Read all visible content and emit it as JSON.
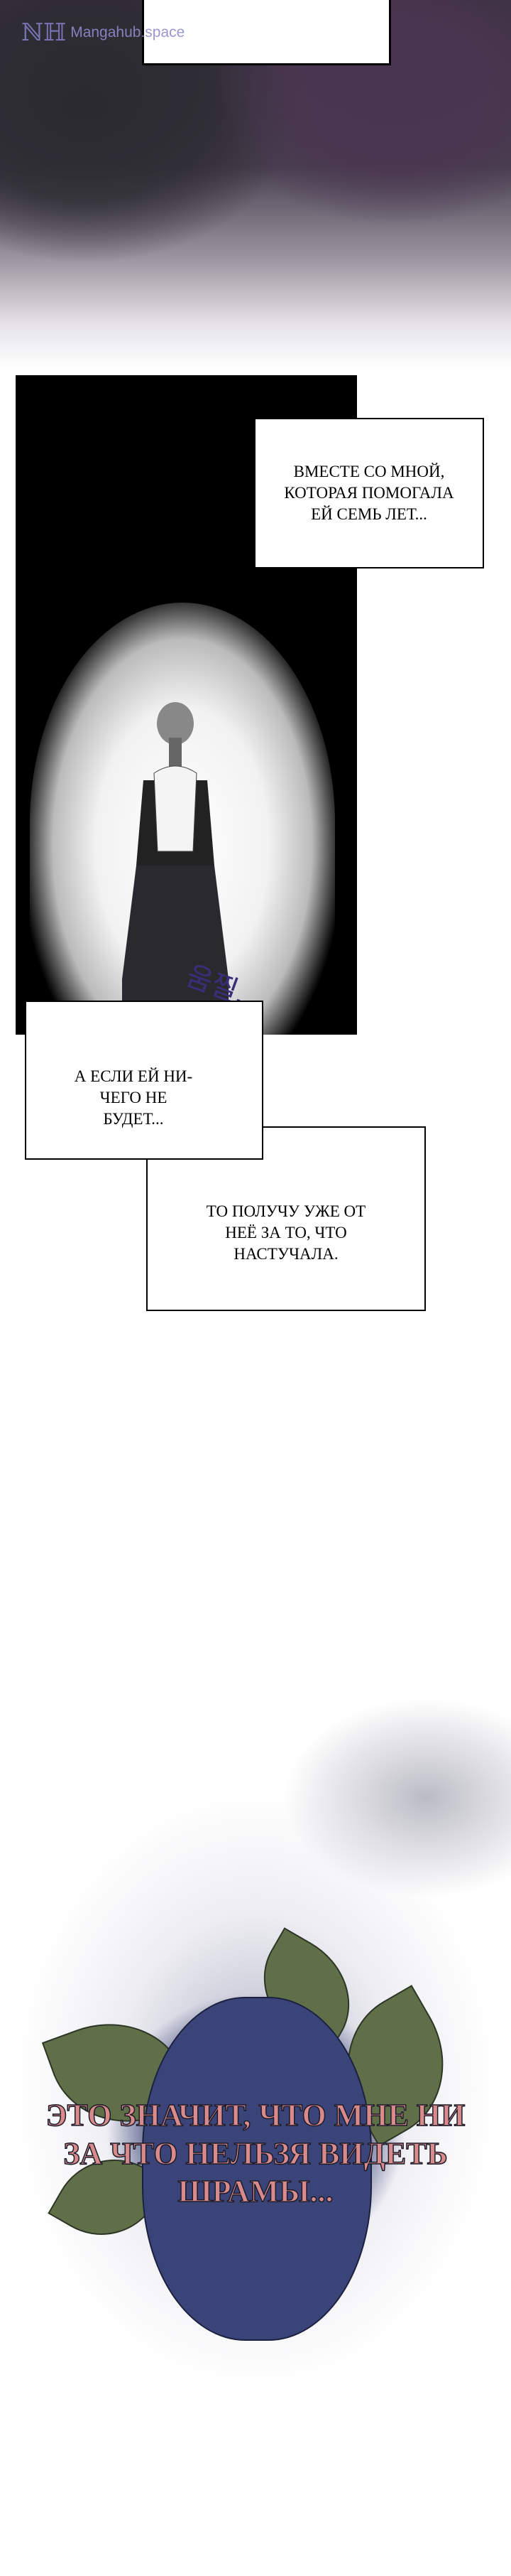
{
  "watermark": {
    "logo": "NH",
    "text": "Mangahub.space"
  },
  "sfx": {
    "text": "움찔",
    "dots": "..."
  },
  "captions": [
    {
      "text": "Вместе со мной, которая помогала ей семь лет..."
    },
    {
      "text": "А если ей ни-чего не будет..."
    },
    {
      "text": "То получу уже от неё за то, что настучала."
    }
  ],
  "flower_caption": {
    "text": "Это значит, что мне ни за что нельзя видеть шрамы..."
  },
  "colors": {
    "sfx": "#3a2e7a",
    "flower_text": "#d98a8a",
    "rose": "#3b4478",
    "leaf": "#5f7048"
  }
}
